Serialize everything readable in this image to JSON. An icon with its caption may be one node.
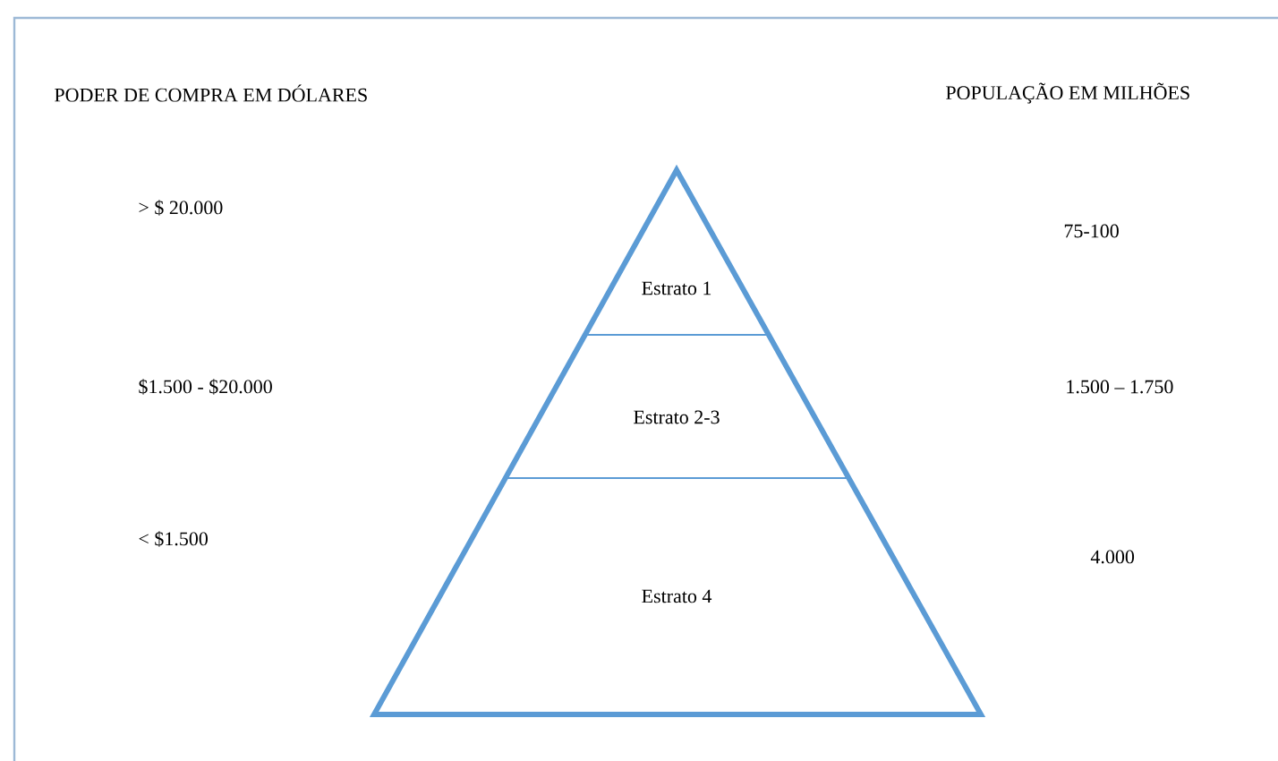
{
  "diagram": {
    "nodes": [
      {
        "text": [
          "Estrato 1"
        ]
      },
      {
        "text": [
          "Estrato 2-3"
        ]
      },
      {
        "text": [
          "Estrato 4"
        ]
      }
    ],
    "labels": [
      "PODER DE COMPRA EM DÓLARES",
      "POPULAÇÃO EM MILHÕES",
      "> $ 20.000",
      "75-100",
      "$1.500  - $20.000",
      "1.500  – 1.750",
      "< $1.500",
      "4.000"
    ]
  }
}
